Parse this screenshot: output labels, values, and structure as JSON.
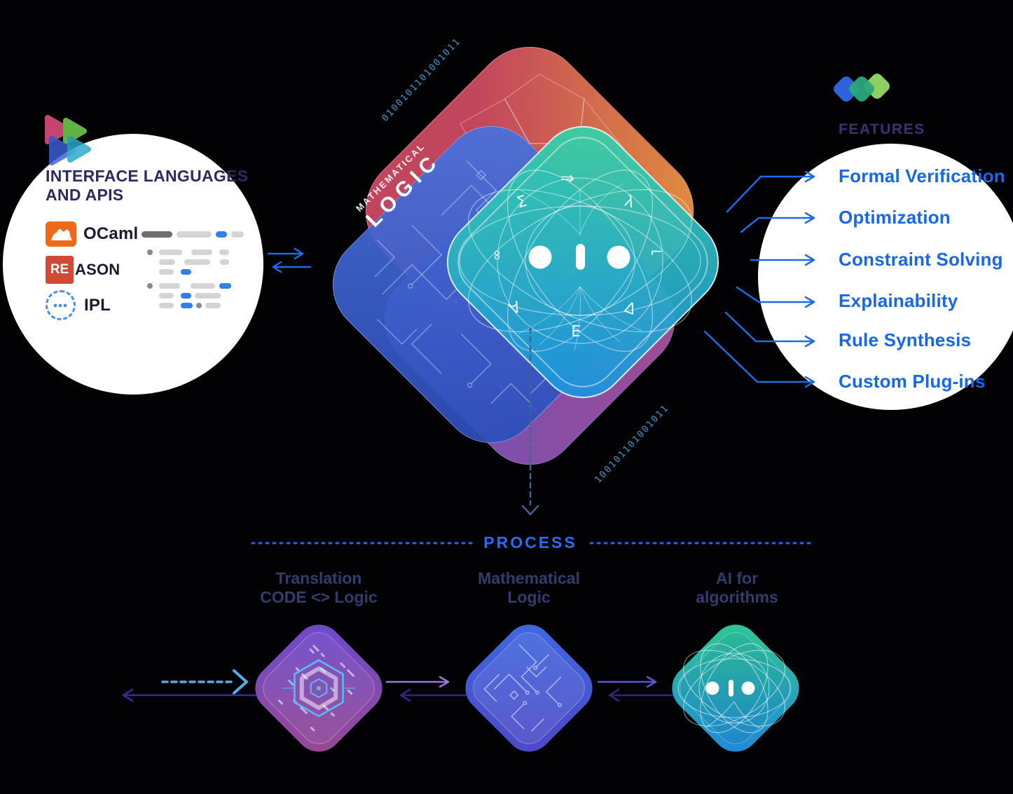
{
  "interface_panel": {
    "title_line1": "INTERFACE LANGUAGES",
    "title_line2": "AND APIS",
    "languages": [
      {
        "id": "ocaml",
        "label": "OCaml"
      },
      {
        "id": "reason",
        "badge": "RE",
        "label": "ASON"
      },
      {
        "id": "ipl",
        "label": "IPL"
      }
    ]
  },
  "center": {
    "binary_top": "0100101101001011",
    "binary_bottom": "100101101001011",
    "math_line1": "MATHEMATICAL",
    "math_line2": "LOGIC",
    "symbols": [
      "Σ",
      "⇒",
      "λ",
      "∞",
      "⌐",
      "∀",
      "∃",
      "∆"
    ]
  },
  "features_panel": {
    "title": "FEATURES",
    "items": [
      "Formal Verification",
      "Optimization",
      "Constraint Solving",
      "Explainability",
      "Rule Synthesis",
      "Custom Plug-ins"
    ]
  },
  "process": {
    "title": "PROCESS",
    "steps": [
      {
        "line1": "Translation",
        "line2": "CODE <> Logic"
      },
      {
        "line1": "Mathematical",
        "line2": "Logic"
      },
      {
        "line1": "AI for",
        "line2": "algorithms"
      }
    ]
  },
  "colors": {
    "accent_blue": "#1668e8",
    "title_indigo": "#2d2a5e",
    "process_blue": "#2a6bf2",
    "step_label": "#333c6b",
    "binary": "#4599c8"
  }
}
